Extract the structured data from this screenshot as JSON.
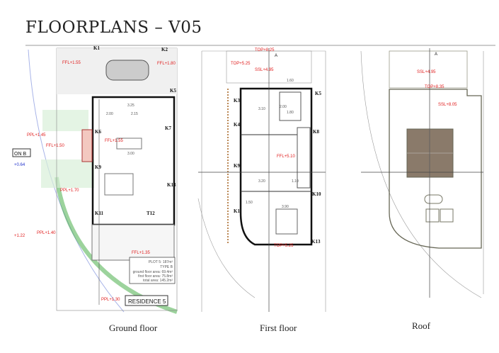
{
  "page": {
    "title": "FLOORPLANS – V05"
  },
  "captions": {
    "ground": "Ground floor",
    "first": "First floor",
    "roof": "Roof"
  },
  "ground_floor": {
    "levels": [
      "FFL+1.55",
      "FFL+1.80",
      "PPL+1.45",
      "FFL+1.50",
      "FFL+1.55",
      "PPL+1.70",
      "PPL+1.40",
      "+1.22",
      "FFL+1.35",
      "PPL+1.30",
      "+0.64"
    ],
    "columns": [
      "K1",
      "K2",
      "K5",
      "K6",
      "K7",
      "K9",
      "K11",
      "T12",
      "K13"
    ],
    "section_tag": "ON B",
    "dims": [
      "2.00",
      "2.15",
      "3.00",
      "3.25"
    ],
    "info": {
      "plot": "PLOT 5: 187m²",
      "type": "TYPE B",
      "ground": "ground floor area: 69.4m²",
      "first": "first floor area: 75.8m²",
      "total": "total area: 145.2m²"
    },
    "residence": "RESIDENCE 5"
  },
  "first_floor": {
    "levels": [
      "TOP+8.25",
      "TOP+5.25",
      "SSL+4.95",
      "FFL+5.10",
      "TOP+5.25"
    ],
    "columns": [
      "K3",
      "K4",
      "K5",
      "K8",
      "K9",
      "K10",
      "K1",
      "K13"
    ],
    "dims": [
      "3.10",
      "1.80",
      "3.20",
      "1.10",
      "3.90",
      "1.50",
      "2.00",
      "1.60"
    ],
    "section_marker": "A"
  },
  "roof": {
    "levels": [
      "SSL+4.95",
      "TOP+8.35",
      "SSL+8.05"
    ],
    "section_marker": "A"
  },
  "colors": {
    "level_marker": "#e02020",
    "plan_line": "#222222",
    "planting": "#3aa83a",
    "solar_panel": "#8a7a6a"
  }
}
